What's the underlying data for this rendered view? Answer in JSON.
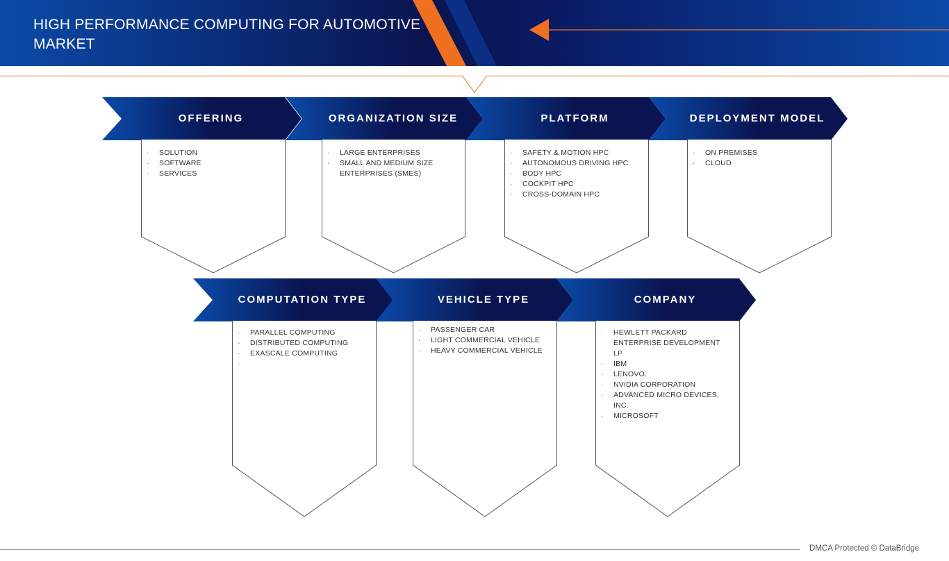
{
  "header": {
    "title": "HIGH PERFORMANCE COMPUTING FOR AUTOMOTIVE MARKET"
  },
  "colors": {
    "navy": "#0a1450",
    "blue": "#0b4aa8",
    "orange": "#f07022",
    "rule": "#e8742c"
  },
  "segments_row1": [
    {
      "title": "OFFERING",
      "items": [
        "SOLUTION",
        "SOFTWARE",
        "SERVICES"
      ]
    },
    {
      "title": "ORGANIZATION SIZE",
      "items": [
        "LARGE ENTERPRISES",
        "SMALL AND MEDIUM SIZE ENTERPRISES (SMES)"
      ]
    },
    {
      "title": "PLATFORM",
      "items": [
        "SAFETY & MOTION HPC",
        "AUTONOMOUS DRIVING HPC",
        "BODY HPC",
        "COCKPIT HPC",
        "CROSS-DOMAIN HPC"
      ]
    },
    {
      "title": "DEPLOYMENT MODEL",
      "items": [
        "ON PREMISES",
        "CLOUD"
      ]
    }
  ],
  "segments_row2": [
    {
      "title": "COMPUTATION TYPE",
      "items": [
        "PARALLEL COMPUTING",
        "DISTRIBUTED COMPUTING",
        "EXASCALE COMPUTING",
        ""
      ]
    },
    {
      "title": "VEHICLE TYPE",
      "items": [
        "PASSENGER CAR",
        "LIGHT COMMERCIAL VEHICLE",
        "HEAVY COMMERCIAL VEHICLE"
      ]
    },
    {
      "title": "COMPANY",
      "items": [
        "HEWLETT PACKARD ENTERPRISE DEVELOPMENT LP",
        "IBM",
        "LENOVO.",
        "NVIDIA CORPORATION",
        "ADVANCED MICRO DEVICES, INC.",
        "MICROSOFT"
      ]
    }
  ],
  "footer": {
    "credit": "DMCA Protected © DataBridge"
  }
}
